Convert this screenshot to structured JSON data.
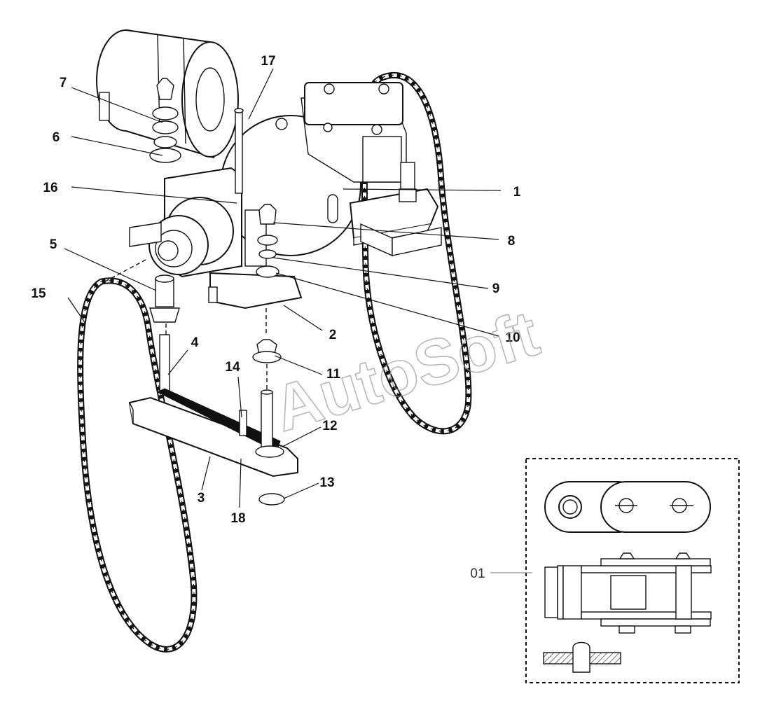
{
  "watermark": "AutoSoft",
  "callouts": [
    {
      "id": "1",
      "label": "1"
    },
    {
      "id": "2",
      "label": "2"
    },
    {
      "id": "3",
      "label": "3"
    },
    {
      "id": "4",
      "label": "4"
    },
    {
      "id": "5",
      "label": "5"
    },
    {
      "id": "6",
      "label": "6"
    },
    {
      "id": "7",
      "label": "7"
    },
    {
      "id": "8",
      "label": "8"
    },
    {
      "id": "9",
      "label": "9"
    },
    {
      "id": "10",
      "label": "10"
    },
    {
      "id": "11",
      "label": "11"
    },
    {
      "id": "12",
      "label": "12"
    },
    {
      "id": "13",
      "label": "13"
    },
    {
      "id": "14",
      "label": "14"
    },
    {
      "id": "15",
      "label": "15"
    },
    {
      "id": "16",
      "label": "16"
    },
    {
      "id": "17",
      "label": "17"
    },
    {
      "id": "18",
      "label": "18"
    }
  ],
  "detail_callout": {
    "label": "01"
  }
}
